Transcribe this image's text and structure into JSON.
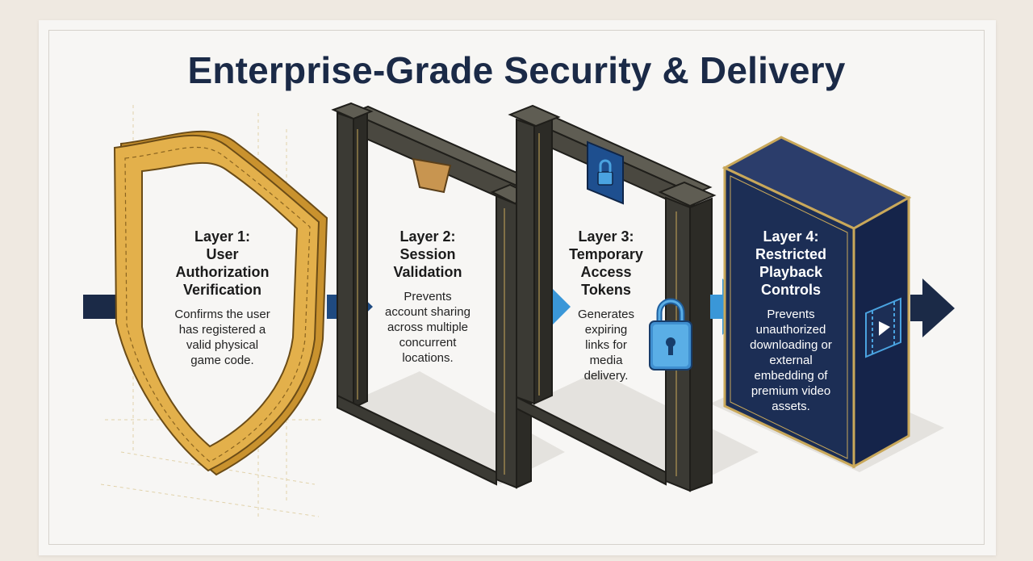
{
  "title": "Enterprise-Grade Security & Delivery",
  "layers": [
    {
      "heading": "Layer 1:\nUser\nAuthorization\nVerification",
      "description": "Confirms the user\nhas registered a\nvalid physical\ngame code.",
      "icon": "shield-icon"
    },
    {
      "heading": "Layer 2:\nSession\nValidation",
      "description": "Prevents\naccount sharing\nacross multiple\nconcurrent\nlocations.",
      "icon": "gate-icon"
    },
    {
      "heading": "Layer 3:\nTemporary\nAccess\nTokens",
      "description": "Generates\nexpiring\nlinks for\nmedia\ndelivery.",
      "icon": "locked-gate-icon"
    },
    {
      "heading": "Layer 4:\nRestricted\nPlayback\nControls",
      "description": "Prevents\nunauthorized\ndownloading or\nexternal\nembedding of\npremium video\nassets.",
      "icon": "vault-box-icon"
    }
  ],
  "colors": {
    "navy": "#1b2a47",
    "gold": "#e3b04b",
    "blue": "#2e7fc2",
    "dark_frame": "#3b3a34",
    "box_blue": "#1c2e55"
  }
}
